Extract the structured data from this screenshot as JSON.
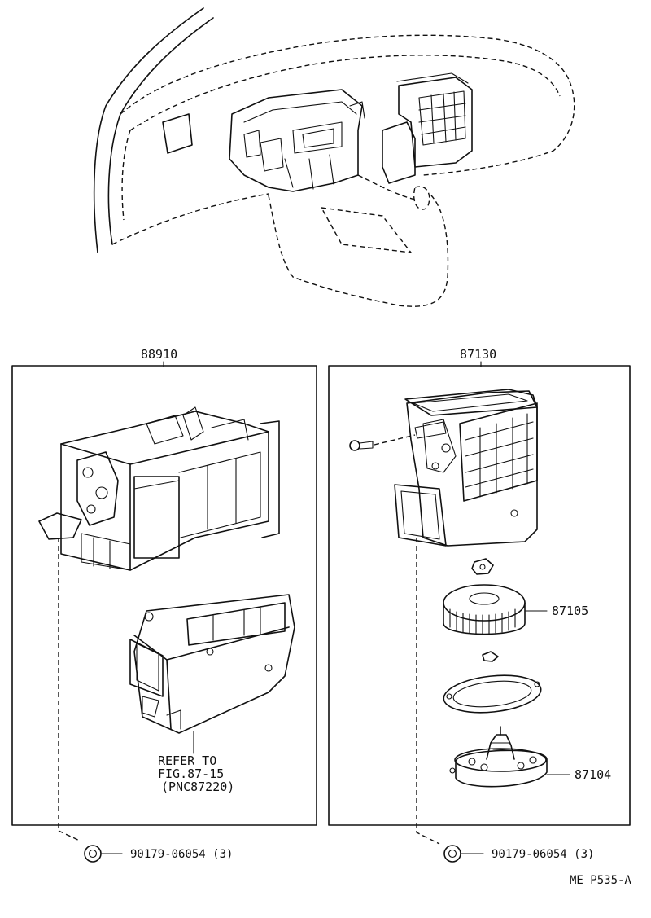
{
  "diagram": {
    "assemblies": [
      {
        "part_number": "88910",
        "note_lines": [
          "REFER TO",
          "FIG.87-15",
          "(PNC87220)"
        ],
        "fastener": {
          "part_number": "90179-06054",
          "quantity": "(3)"
        }
      },
      {
        "part_number": "87130",
        "components": [
          {
            "part_number": "87105"
          },
          {
            "part_number": "87104"
          }
        ],
        "fastener": {
          "part_number": "90179-06054",
          "quantity": "(3)"
        }
      }
    ],
    "figure_code": "ME P535-A"
  }
}
